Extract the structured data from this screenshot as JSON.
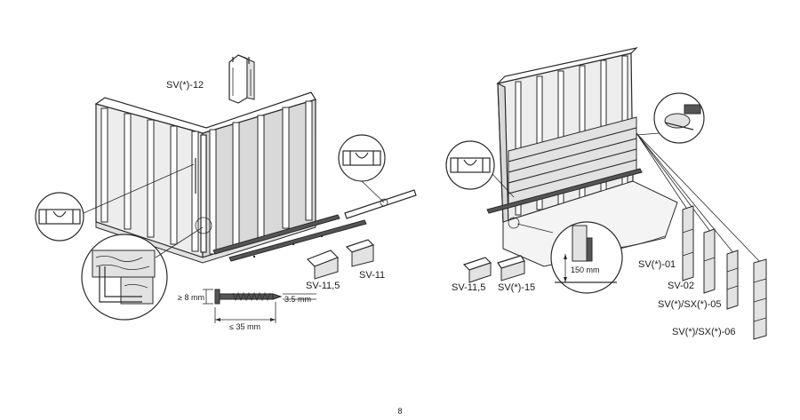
{
  "labels": {
    "starter_corner": "SV(*)-12",
    "starter_left": "SV-11,5",
    "j_trim_left": "SV-11",
    "screw_head": "≥ 8 mm",
    "screw_diameter": "3.5 mm",
    "screw_length": "≤ 35 mm",
    "starter_right": "SV-11,5",
    "trim_right": "SV(*)-15",
    "gap_150": "150 mm",
    "panel_01": "SV(*)-01",
    "panel_02": "SV-02",
    "panel_05": "SV(*)/SX(*)-05",
    "panel_06": "SV(*)/SX(*)-06"
  },
  "page_number": "8"
}
